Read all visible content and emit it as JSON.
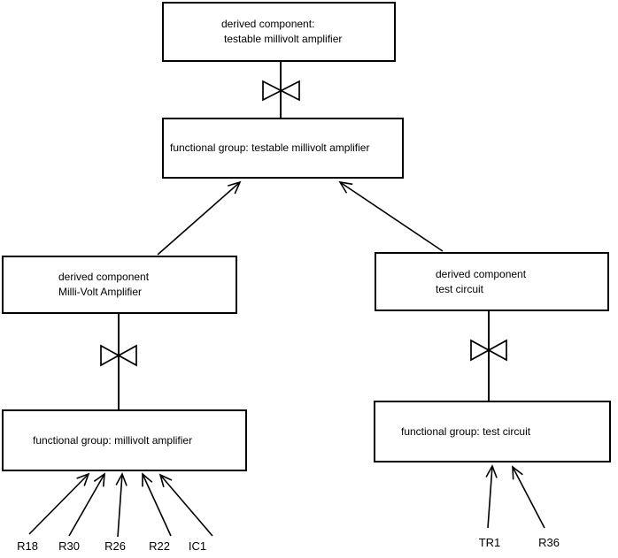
{
  "diagram": {
    "colors": {
      "background": "#ffffff",
      "line": "#000000",
      "text": "#000000"
    },
    "nodes": {
      "derived_testable": {
        "line1": "derived component:",
        "line2": "testable millivolt amplifier"
      },
      "group_testable": {
        "label": "functional group: testable millivolt amplifier"
      },
      "derived_millivolt": {
        "line1": "derived component",
        "line2": "Milli-Volt Amplifier"
      },
      "group_millivolt": {
        "label": "functional group: millivolt amplifier"
      },
      "derived_test": {
        "line1": "derived component",
        "line2": "test circuit"
      },
      "group_test": {
        "label": "functional group: test circuit"
      }
    },
    "components_left": [
      "R18",
      "R30",
      "R26",
      "R22",
      "IC1"
    ],
    "components_right": [
      "TR1",
      "R36"
    ]
  }
}
